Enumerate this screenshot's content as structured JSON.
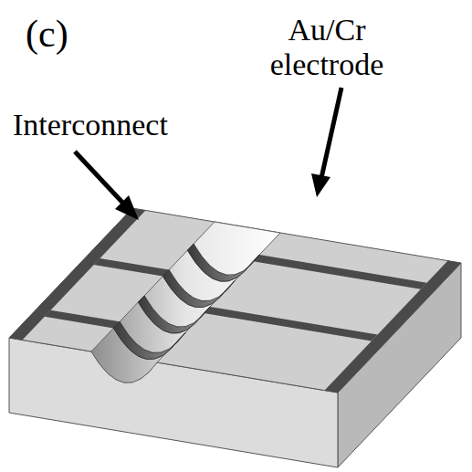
{
  "diagram": {
    "labels": [
      "(c)",
      "Au/Cr electrode",
      "Interconnect"
    ]
  }
}
